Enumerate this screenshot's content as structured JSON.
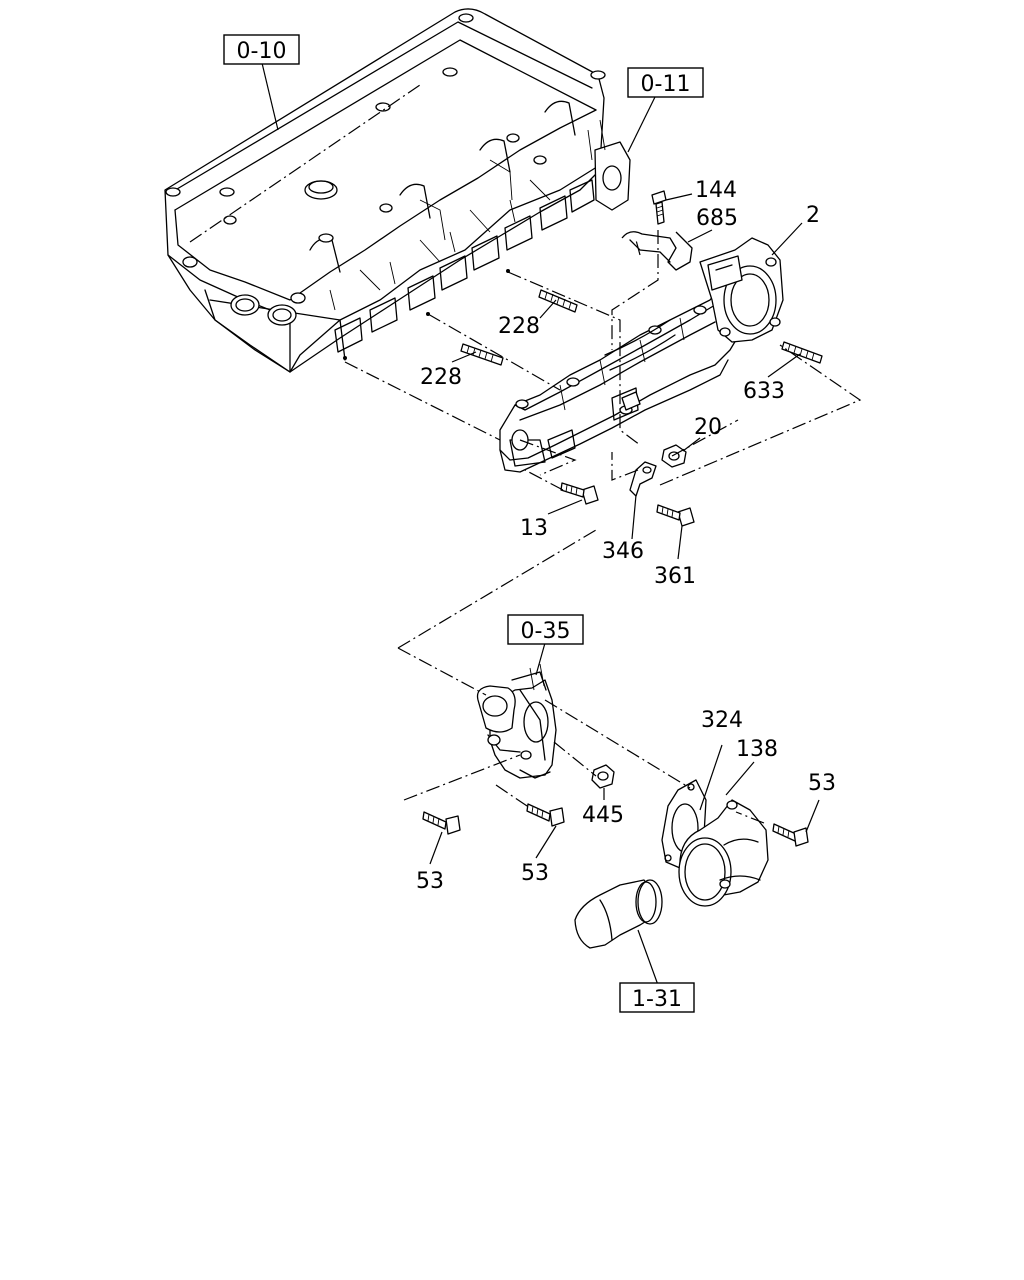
{
  "diagram": {
    "section_refs": [
      {
        "id": "ref-0-10",
        "text": "0-10"
      },
      {
        "id": "ref-0-11",
        "text": "0-11"
      },
      {
        "id": "ref-0-35",
        "text": "0-35"
      },
      {
        "id": "ref-1-31",
        "text": "1-31"
      }
    ],
    "part_labels": [
      {
        "id": "part-144",
        "text": "144"
      },
      {
        "id": "part-685",
        "text": "685"
      },
      {
        "id": "part-2",
        "text": "2"
      },
      {
        "id": "part-228-upper",
        "text": "228"
      },
      {
        "id": "part-228-lower",
        "text": "228"
      },
      {
        "id": "part-633",
        "text": "633"
      },
      {
        "id": "part-20",
        "text": "20"
      },
      {
        "id": "part-13",
        "text": "13"
      },
      {
        "id": "part-346",
        "text": "346"
      },
      {
        "id": "part-361",
        "text": "361"
      },
      {
        "id": "part-324",
        "text": "324"
      },
      {
        "id": "part-138",
        "text": "138"
      },
      {
        "id": "part-53-right",
        "text": "53"
      },
      {
        "id": "part-445",
        "text": "445"
      },
      {
        "id": "part-53-left",
        "text": "53"
      },
      {
        "id": "part-53-center",
        "text": "53"
      }
    ]
  }
}
